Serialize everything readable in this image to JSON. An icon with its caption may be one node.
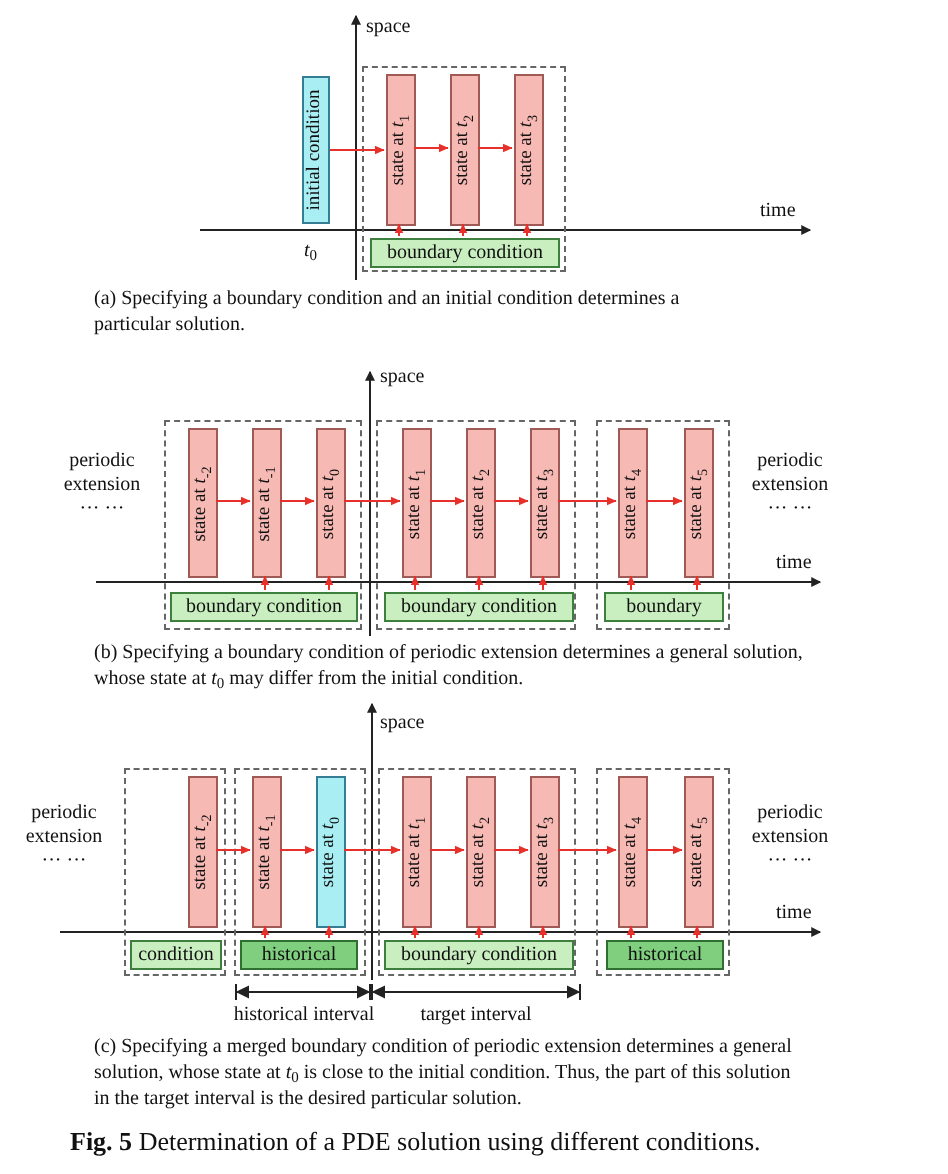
{
  "diagram": {
    "caption": "**Fig. 5** Determination of a PDE solution using different conditions.",
    "nodes": [
      {
        "text": [
          "initial condition"
        ]
      },
      {
        "text": [],
        "shape": "box"
      },
      {
        "text": [
          "state at *t*$_{1}$"
        ],
        "in": 1
      },
      {
        "text": [
          "state at *t*$_{2}$"
        ],
        "in": 1
      },
      {
        "text": [
          "state at *t*$_{3}$"
        ],
        "in": 1
      },
      {
        "text": [
          "boundary condition"
        ],
        "in": 1
      },
      {
        "text": [],
        "shape": "box"
      },
      {
        "text": [
          "state at *t*$_{-2}$"
        ],
        "in": 6
      },
      {
        "text": [
          "state at *t*$_{-1}$"
        ],
        "in": 6
      },
      {
        "text": [
          "state at *t*$_{0}$"
        ],
        "in": 6
      },
      {
        "text": [
          "boundary condition"
        ],
        "in": 6
      },
      {
        "text": [],
        "shape": "box"
      },
      {
        "text": [
          "state at *t*$_{1}$"
        ],
        "in": 11
      },
      {
        "text": [
          "state at *t*$_{2}$"
        ],
        "in": 11
      },
      {
        "text": [
          "state at *t*$_{3}$"
        ],
        "in": 11
      },
      {
        "text": [
          "boundary condition"
        ],
        "in": 11
      },
      {
        "text": [],
        "shape": "box"
      },
      {
        "text": [
          "state at *t*$_{4}$"
        ],
        "in": 16
      },
      {
        "text": [
          "state at *t*$_{5}$"
        ],
        "in": 16
      },
      {
        "text": [
          "boundary"
        ],
        "in": 16
      },
      {
        "text": [],
        "shape": "box"
      },
      {
        "text": [
          "state at *t*$_{-2}$"
        ],
        "in": 20
      },
      {
        "text": [
          "condition"
        ],
        "in": 20
      },
      {
        "text": [],
        "shape": "box"
      },
      {
        "text": [
          "state at *t*$_{-1}$"
        ],
        "in": 23
      },
      {
        "text": [
          "state at *t*$_{0}$"
        ],
        "in": 23
      },
      {
        "text": [
          "historical"
        ],
        "in": 23
      },
      {
        "text": [],
        "shape": "box"
      },
      {
        "text": [
          "state at *t*$_{1}$"
        ],
        "in": 27
      },
      {
        "text": [
          "state at *t*$_{2}$"
        ],
        "in": 27
      },
      {
        "text": [
          "state at *t*$_{3}$"
        ],
        "in": 27
      },
      {
        "text": [
          "boundary condition"
        ],
        "in": 27
      },
      {
        "text": [],
        "shape": "box"
      },
      {
        "text": [
          "state at *t*$_{4}$"
        ],
        "in": 32
      },
      {
        "text": [
          "state at *t*$_{5}$"
        ],
        "in": 32
      },
      {
        "text": [
          "historical"
        ],
        "in": 32
      }
    ],
    "edges": [
      {
        "from": 0,
        "to": 2,
        "arrow": "to"
      },
      {
        "from": 2,
        "to": 3,
        "arrow": "to"
      },
      {
        "from": 3,
        "to": 4,
        "arrow": "to"
      },
      {
        "from": 5,
        "to": 2,
        "arrow": "to"
      },
      {
        "from": 5,
        "to": 3,
        "arrow": "to"
      },
      {
        "from": 5,
        "to": 4,
        "arrow": "to"
      },
      {
        "from": 7,
        "to": 8,
        "arrow": "to"
      },
      {
        "from": 8,
        "to": 9,
        "arrow": "to"
      },
      {
        "from": 9,
        "to": 12,
        "arrow": "to"
      },
      {
        "from": 12,
        "to": 13,
        "arrow": "to"
      },
      {
        "from": 13,
        "to": 14,
        "arrow": "to"
      },
      {
        "from": 14,
        "to": 17,
        "arrow": "to"
      },
      {
        "from": 17,
        "to": 18,
        "arrow": "to"
      },
      {
        "from": 10,
        "to": 8,
        "arrow": "to"
      },
      {
        "from": 10,
        "to": 9,
        "arrow": "to"
      },
      {
        "from": 15,
        "to": 12,
        "arrow": "to"
      },
      {
        "from": 15,
        "to": 13,
        "arrow": "to"
      },
      {
        "from": 15,
        "to": 14,
        "arrow": "to"
      },
      {
        "from": 19,
        "to": 17,
        "arrow": "to"
      },
      {
        "from": 19,
        "to": 18,
        "arrow": "to"
      },
      {
        "from": 21,
        "to": 24,
        "arrow": "to"
      },
      {
        "from": 24,
        "to": 25,
        "arrow": "to"
      },
      {
        "from": 25,
        "to": 28,
        "arrow": "to"
      },
      {
        "from": 28,
        "to": 29,
        "arrow": "to"
      },
      {
        "from": 29,
        "to": 30,
        "arrow": "to"
      },
      {
        "from": 30,
        "to": 33,
        "arrow": "to"
      },
      {
        "from": 33,
        "to": 34,
        "arrow": "to"
      },
      {
        "from": 26,
        "to": 24,
        "arrow": "to"
      },
      {
        "from": 26,
        "to": 25,
        "arrow": "to"
      },
      {
        "from": 31,
        "to": 28,
        "arrow": "to"
      },
      {
        "from": 31,
        "to": 29,
        "arrow": "to"
      },
      {
        "from": 31,
        "to": 30,
        "arrow": "to"
      },
      {
        "from": 35,
        "to": 33,
        "arrow": "to"
      },
      {
        "from": 35,
        "to": 34,
        "arrow": "to"
      }
    ],
    "labels": [
      "space",
      "time",
      "*t*$_{0}$",
      "(a) Specifying a boundary condition and an initial condition determines a particular solution.",
      "space",
      "periodic extension",
      "··· ···",
      "periodic extension",
      "··· ···",
      "time",
      "(b) Specifying a boundary condition of periodic extension determines a general solution, whose state at *t*$_{0}$ may differ from the initial condition.",
      "space",
      "periodic extension",
      "··· ···",
      "periodic extension",
      "··· ···",
      "time",
      "historical interval",
      "target interval",
      "(c) Specifying a merged boundary condition of periodic extension determines a general solution, whose state at *t*$_{0}$ is close to the initial condition. Thus, the part of this solution in the target interval is the desired particular solution."
    ]
  }
}
